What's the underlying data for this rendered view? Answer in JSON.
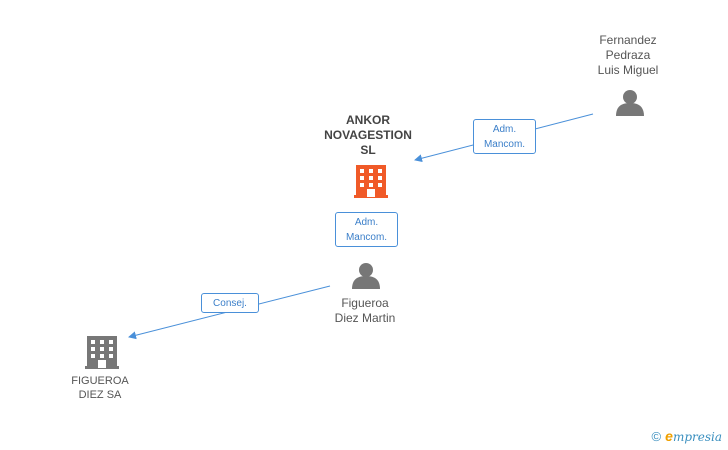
{
  "nodes": {
    "ankor": {
      "label": "ANKOR\nNOVAGESTION\nSL",
      "type": "company",
      "color": "#f05a28",
      "icon": "building-icon"
    },
    "fernandez": {
      "label": "Fernandez\nPedraza\nLuis Miguel",
      "type": "person",
      "icon": "person-icon"
    },
    "figueroa_person": {
      "label": "Figueroa\nDiez Martin",
      "type": "person",
      "icon": "person-icon"
    },
    "figueroa_sa": {
      "label": "FIGUEROA\nDIEZ SA",
      "type": "company",
      "color": "#777777",
      "icon": "building-icon"
    }
  },
  "edges": [
    {
      "from": "fernandez",
      "to": "ankor",
      "label": "Adm.\nMancom."
    },
    {
      "from": "figueroa_person",
      "to": "ankor",
      "label": "Adm.\nMancom."
    },
    {
      "from": "figueroa_person",
      "to": "figueroa_sa",
      "label": "Consej."
    }
  ],
  "colors": {
    "edge": "#4a90d9",
    "person": "#777777"
  },
  "brand": {
    "copyright": "©",
    "initial": "e",
    "name": "mpresia"
  }
}
